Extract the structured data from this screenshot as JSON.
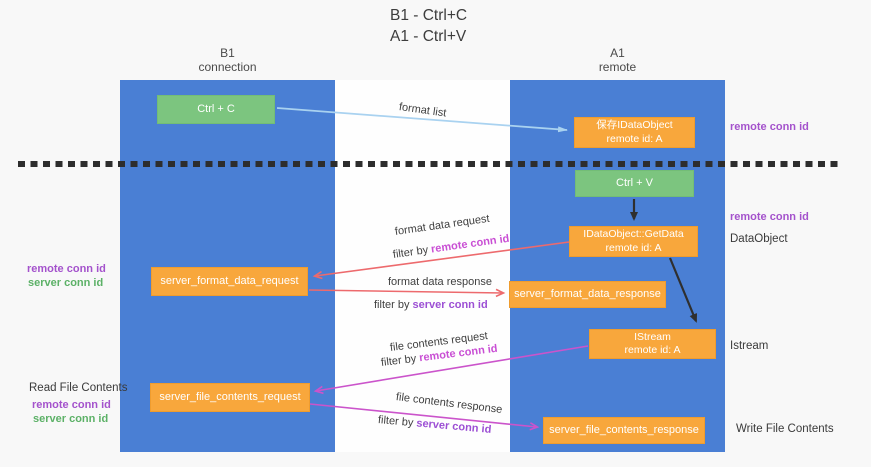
{
  "title": {
    "line1": "B1 - Ctrl+C",
    "line2": "A1 - Ctrl+V"
  },
  "lanes": {
    "left": {
      "name": "B1",
      "role": "connection"
    },
    "right": {
      "name": "A1",
      "role": "remote"
    }
  },
  "nodes": {
    "ctrl_c": {
      "label": "Ctrl + C"
    },
    "ctrl_v": {
      "label": "Ctrl + V"
    },
    "save_idataobject": {
      "line1": "保存IDataObject",
      "line2": "remote id: A"
    },
    "getdata": {
      "line1": "IDataObject::GetData",
      "line2": "remote id: A"
    },
    "istream": {
      "line1": "IStream",
      "line2": "remote id: A"
    },
    "server_format_data_request": {
      "label": "server_format_data_request"
    },
    "server_format_data_response": {
      "label": "server_format_data_response"
    },
    "server_file_contents_request": {
      "label": "server_file_contents_request"
    },
    "server_file_contents_response": {
      "label": "server_file_contents_response"
    }
  },
  "edge_labels": {
    "format_list": "format list",
    "format_data_request": "format data request",
    "format_data_response": "format data response",
    "file_contents_request": "file contents request",
    "file_contents_response": "file contents response",
    "filter_by": "filter by ",
    "remote_conn_id": "remote conn id",
    "server_conn_id": "server conn id"
  },
  "side_labels": {
    "right_top_remote_conn_id": "remote conn id",
    "right_mid_remote_conn_id": "remote conn id",
    "dataobject": "DataObject",
    "istream": "Istream",
    "write_file_contents": "Write File Contents",
    "left_remote_conn_id": "remote conn id",
    "left_server_conn_id": "server conn id",
    "read_file_contents": "Read File Contents"
  },
  "colors": {
    "lane_blue": "#4a7fd4",
    "node_orange": "#f8a73c",
    "node_green": "#7cc57f",
    "arrow_salmon": "#ed6a6d",
    "arrow_magenta": "#cb54cb",
    "arrow_lightblue": "#a9d2f0",
    "arrow_black": "#2f2f2f",
    "text_purple": "#a452cc",
    "text_green": "#5cb167",
    "text_magenta": "#c94fd4",
    "text_violet": "#9c4fd4"
  }
}
